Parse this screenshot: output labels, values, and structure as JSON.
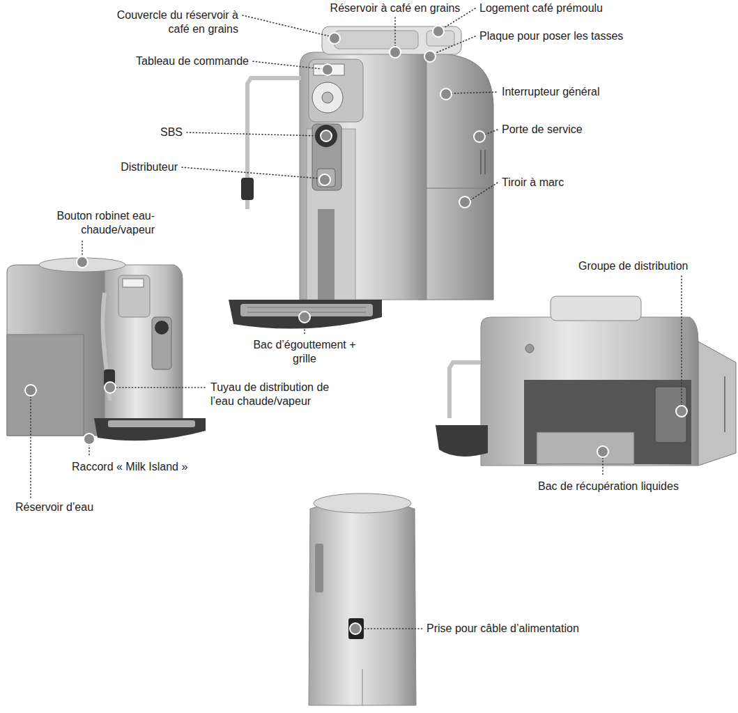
{
  "diagram": {
    "labels": [
      "Couvercle du réservoir à café en grains",
      "Réservoir à café en grains",
      "Logement café prémoulu",
      "Plaque pour poser les tasses",
      "Tableau de commande",
      "Interrupteur général",
      "SBS",
      "Porte de service",
      "Distributeur",
      "Tiroir à marc",
      "Bac d’égouttement + grille",
      "Bouton robinet eau-chaude/vapeur",
      "Groupe de distribution",
      "Tuyau de distribution de l’eau chaude/vapeur",
      "Raccord « Milk Island »",
      "Bac de récupération liquides",
      "Réservoir d’eau",
      "Prise pour câble d’alimentation"
    ]
  }
}
